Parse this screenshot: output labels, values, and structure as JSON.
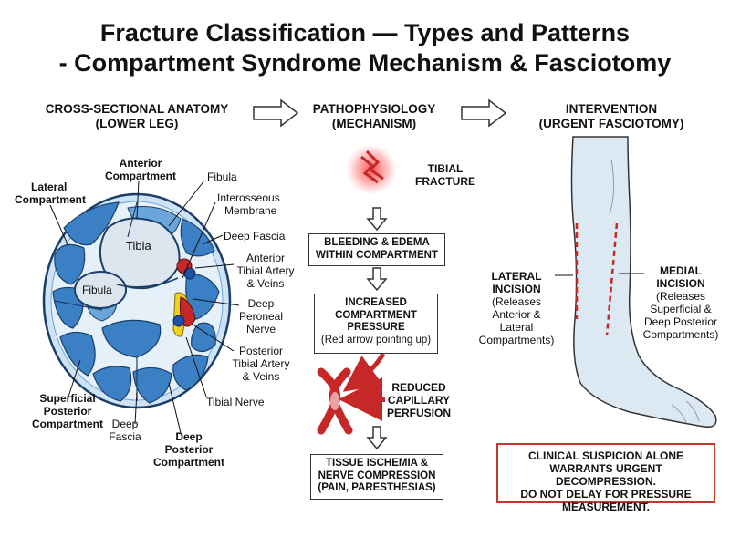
{
  "title": {
    "line1": "Fracture Classification — Types and Patterns",
    "line2": "- Compartment Syndrome Mechanism & Fasciotomy"
  },
  "sections": {
    "anatomy": {
      "line1": "CROSS-SECTIONAL ANATOMY",
      "line2": "(LOWER LEG)"
    },
    "mechanism": {
      "line1": "PATHOPHYSIOLOGY",
      "line2": "(MECHANISM)"
    },
    "intervention": {
      "line1": "INTERVENTION",
      "line2": "(URGENT FASCIOTOMY)"
    }
  },
  "anatomy_labels": {
    "anterior_compartment": [
      "Anterior",
      "Compartment"
    ],
    "lateral_compartment": [
      "Lateral",
      "Compartment"
    ],
    "fibula_top": "Fibula",
    "interosseous": [
      "Interosseous",
      "Membrane"
    ],
    "deep_fascia_top": "Deep Fascia",
    "anterior_tibial": [
      "Anterior",
      "Tibial Artery",
      "& Veins"
    ],
    "deep_peroneal": [
      "Deep",
      "Peroneal",
      "Nerve"
    ],
    "posterior_tibial": [
      "Posterior",
      "Tibial Artery",
      "& Veins"
    ],
    "tibial_nerve": "Tibial Nerve",
    "superficial_posterior": [
      "Superficial",
      "Posterior",
      "Compartment"
    ],
    "deep_fascia_bottom": [
      "Deep",
      "Fascia"
    ],
    "deep_posterior": [
      "Deep",
      "Posterior",
      "Compartment"
    ],
    "tibia": "Tibia",
    "fibula_bone": "Fibula"
  },
  "mechanism": {
    "fracture": [
      "TIBIAL",
      "FRACTURE"
    ],
    "step1": [
      "BLEEDING & EDEMA",
      "WITHIN COMPARTMENT"
    ],
    "step2": [
      "INCREASED",
      "COMPARTMENT",
      "PRESSURE"
    ],
    "step2_note": "(Red arrow pointing up)",
    "reduced": [
      "REDUCED",
      "CAPILLARY",
      "PERFUSION"
    ],
    "step3": [
      "TISSUE ISCHEMIA &",
      "NERVE COMPRESSION",
      "(PAIN, PARESTHESIAS)"
    ]
  },
  "intervention": {
    "lateral_title": [
      "LATERAL",
      "INCISION"
    ],
    "lateral_desc": [
      "(Releases",
      "Anterior &",
      "Lateral",
      "Compartments)"
    ],
    "medial_title": [
      "MEDIAL",
      "INCISION"
    ],
    "medial_desc": [
      "(Releases",
      "Superficial &",
      "Deep Posterior",
      "Compartments)"
    ],
    "warning": [
      "CLINICAL SUSPICION ALONE",
      "WARRANTS URGENT DECOMPRESSION.",
      "DO NOT DELAY FOR PRESSURE",
      "MEASUREMENT."
    ]
  },
  "colors": {
    "muscle": "#3b7fc4",
    "muscle_light": "#6aa6dc",
    "fascia": "#cfe3f5",
    "bone": "#dde6ee",
    "artery": "#c62828",
    "vein": "#1f4fa8",
    "nerve": "#f2d21b",
    "warning": "#c0392b",
    "leg": "#dce9f3"
  }
}
